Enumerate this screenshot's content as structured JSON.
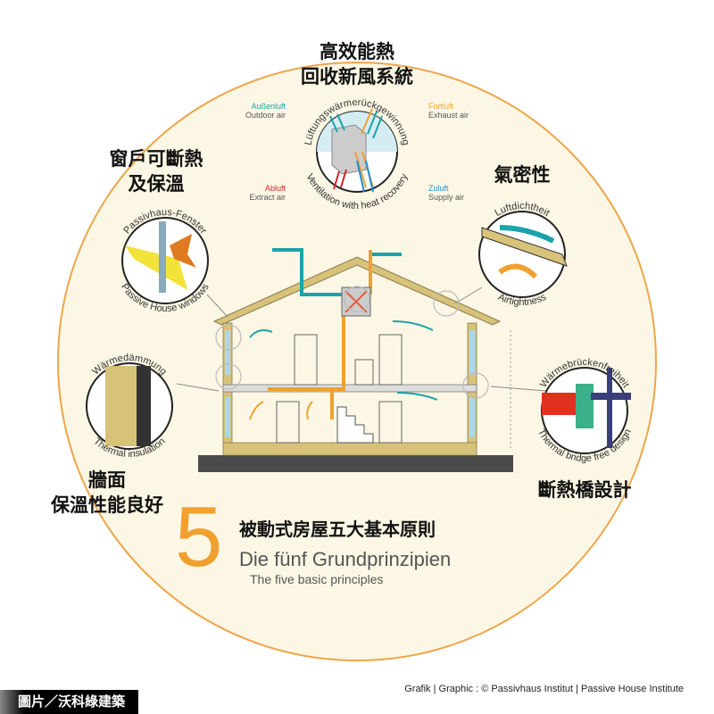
{
  "principles": {
    "ventilation": {
      "zh": [
        "高效能熱",
        "回收新風系統"
      ],
      "de": "Lüftungswärmerückgewinnung",
      "en": "Ventilation with heat recovery",
      "labels": {
        "outdoor_de": "Außenluft",
        "outdoor_en": "Outdoor air",
        "exhaust_de": "Fortluft",
        "exhaust_en": "Exhaust air",
        "extract_de": "Abluft",
        "extract_en": "Extract air",
        "supply_de": "Zuluft",
        "supply_en": "Supply air"
      }
    },
    "windows": {
      "zh": [
        "窗戶可斷熱",
        "及保溫"
      ],
      "de": "Passivhaus-Fenster",
      "en": "Passive House windows"
    },
    "airtightness": {
      "zh": [
        "氣密性"
      ],
      "de": "Luftdichtheit",
      "en": "Airtightness"
    },
    "insulation": {
      "zh": [
        "牆面",
        "保溫性能良好"
      ],
      "de": "Wärmedämmung",
      "en": "Thermal insulation"
    },
    "thermal_bridge": {
      "zh": [
        "斷熱橋設計"
      ],
      "de": "Wärmebrückenfreiheit",
      "en": "Thermal bridge free design"
    }
  },
  "title": {
    "number": "5",
    "zh": "被動式房屋五大基本原則",
    "de": "Die fünf Grundprinzipien",
    "en": "The five basic principles"
  },
  "credit": "Grafik | Graphic : © Passivhaus Institut | Passive House Institute",
  "badge": "圖片／沃科綠建築",
  "colors": {
    "orange": "#f0a030",
    "teal": "#1aa3a8",
    "red": "#d2232a",
    "blue": "#1e8fd0",
    "wall": "#d7c27a",
    "bg": "#fcf7e4"
  }
}
